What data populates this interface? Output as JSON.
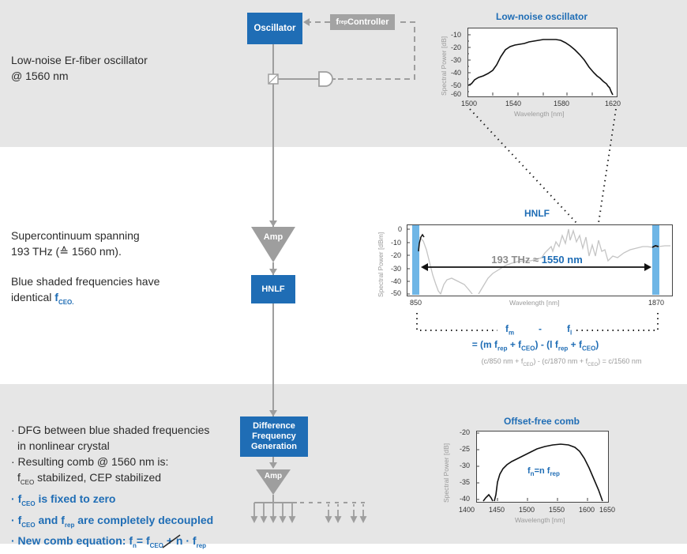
{
  "colors": {
    "accent": "#1f6db5",
    "gray": "#9e9e9e",
    "band_gray": "#e4e4e4",
    "highlight": "#6fb6e6"
  },
  "left": {
    "osc_line1": "Low-noise Er-fiber oscillator",
    "osc_line2": "@ 1560 nm",
    "sc_line1": "Supercontinuum spanning",
    "sc_line2": "193 THz (≙ 1560 nm).",
    "sc_line3": "Blue shaded frequencies have",
    "sc_line4_pre": "identical ",
    "sc_line4_f": "f",
    "sc_line4_sub": "CEO.",
    "b1a": "· DFG between blue shaded frequencies",
    "b1b": "in nonlinear crystal",
    "b2": "· Resulting comb @ 1560 nm is:",
    "b3_f": "f",
    "b3_sub": "CEO",
    "b3_rest": " stabilized, CEP stabilized",
    "b4_dot": "· ",
    "b4_f": "f",
    "b4_sub": "CEO",
    "b4_rest": " is fixed to zero",
    "b5_dot": "· ",
    "b5_f1": "f",
    "b5_sub1": "CEO",
    "b5_and": " and f",
    "b5_sub2": "rep",
    "b5_rest": " are completely decoupled",
    "b6_pre": "· New comb equation: f",
    "b6_subn": "n",
    "b6_eq": "= f",
    "b6_subceo": "CEO",
    "b6_mid": " + n · f",
    "b6_subrep": "rep"
  },
  "flow": {
    "oscillator": "Oscillator",
    "controller_f": "f",
    "controller_sub": "rep",
    "controller_rest": " Controller",
    "amp1": "Amp",
    "hnlf": "HNLF",
    "dfg_l1": "Difference",
    "dfg_l2": "Frequency",
    "dfg_l3": "Generation",
    "amp2": "Amp"
  },
  "plot1": {
    "title": "Low-noise oscillator",
    "ylabel": "Spectral Power [dB]",
    "xlabel": "Wavelength [nm]",
    "yticks": [
      "-10",
      "-20",
      "-30",
      "-40",
      "-50",
      "-60"
    ],
    "xticks": [
      "1500",
      "1540",
      "1580",
      "1620"
    ]
  },
  "plot2": {
    "title": "HNLF",
    "ylabel": "Spectral Power [dBm]",
    "xlabel": "Wavelength [nm]",
    "yticks": [
      "0",
      "-10",
      "-20",
      "-30",
      "-40",
      "-50"
    ],
    "xticks": [
      "850",
      "1870"
    ],
    "span_gray": "193 THz ≈ ",
    "span_blue": "1550 nm"
  },
  "eq": {
    "fm": "f",
    "fm_sub": "m",
    "minus": "-",
    "fl": "f",
    "fl_sub": "l",
    "line2": "= (m f",
    "l2_s1": "rep",
    "l2_a": " + f",
    "l2_s2": "CEO",
    "l2_b": ") - (l f",
    "l2_s3": "rep",
    "l2_c": " + f",
    "l2_s4": "CEO",
    "l2_d": ")",
    "line3_a": "(c/850 nm + f",
    "l3_s1": "CEO",
    "line3_b": ") - (c/1870 nm + f",
    "l3_s2": "CEO",
    "line3_c": ") = c/1560 nm"
  },
  "plot3": {
    "title": "Offset-free comb",
    "ylabel": "Spectral Power [dB]",
    "xlabel": "Wavelength [nm]",
    "yticks": [
      "-20",
      "-25",
      "-30",
      "-35",
      "-40"
    ],
    "xticks": [
      "1400",
      "1450",
      "1500",
      "1550",
      "1600",
      "1650"
    ],
    "label_f": "f",
    "label_subn": "n",
    "label_eq": "=n f",
    "label_subrep": "rep"
  }
}
